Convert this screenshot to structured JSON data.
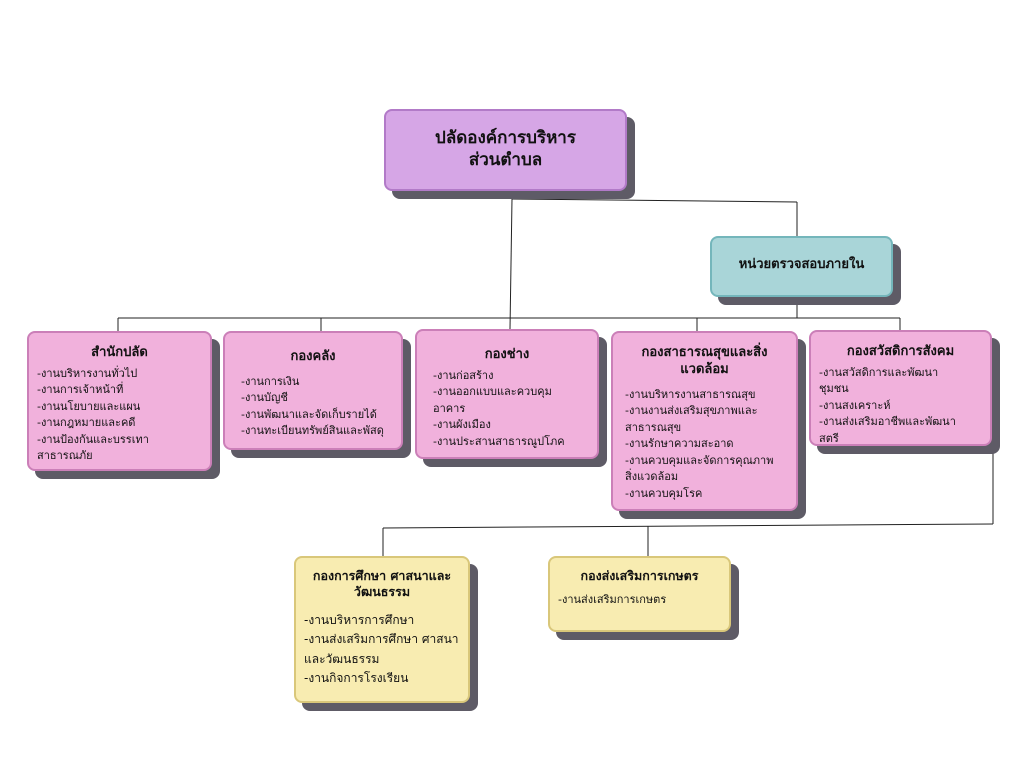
{
  "chart": {
    "top": {
      "title_line1": "ปลัดองค์การบริหาร",
      "title_line2": "ส่วนตำบล"
    },
    "audit": {
      "title": "หน่วยตรวจสอบภายใน"
    },
    "departments": [
      {
        "title": "สำนักปลัด",
        "items": [
          "-งานบริหารงานทั่วไป",
          "-งานการเจ้าหน้าที่",
          "-งานนโยบายและแผน",
          "-งานกฎหมายและคดี",
          "-งานป้องกันและบรรเทา",
          "สาธารณภัย"
        ]
      },
      {
        "title": "กองคลัง",
        "items": [
          "-งานการเงิน",
          "-งานบัญชี",
          "-งานพัฒนาและจัดเก็บรายได้",
          "-งานทะเบียนทรัพย์สินและพัสดุ"
        ]
      },
      {
        "title": "กองช่าง",
        "items": [
          "-งานก่อสร้าง",
          "-งานออกแบบและควบคุม",
          "อาคาร",
          "-งานผังเมือง",
          "-งานประสานสาธารณูปโภค"
        ]
      },
      {
        "title_line1": "กองสาธารณสุขและสิ่ง",
        "title_line2": "แวดล้อม",
        "items": [
          "-งานบริหารงานสาธารณสุข",
          "-งานงานส่งเสริมสุขภาพและ",
          "สาธารณสุข",
          "-งานรักษาความสะอาด",
          "-งานควบคุมและจัดการคุณภาพ",
          "สิ่งแวดล้อม",
          "-งานควบคุมโรค"
        ]
      },
      {
        "title": "กองสวัสดิการสังคม",
        "items": [
          "-งานสวัสดิการและพัฒนา",
          "ชุมชน",
          "-งานสงเคราะห์",
          "-งานส่งเสริมอาชีพและพัฒนา",
          "สตรี"
        ]
      }
    ],
    "education": {
      "title_line1": "กองการศึกษา ศาสนาและ",
      "title_line2": "วัฒนธรรม",
      "items": [
        "-งานบริหารการศึกษา",
        "-งานส่งเสริมการศึกษา ศาสนา",
        "และวัฒนธรรม",
        "-งานกิจการโรงเรียน"
      ]
    },
    "agriculture": {
      "title": "กองส่งเสริมการเกษตร",
      "items": [
        "-งานส่งเสริมการเกษตร"
      ]
    }
  },
  "colors": {
    "top_fill": "#d6a6e6",
    "audit_fill": "#a9d5d8",
    "department_fill": "#f1b1dc",
    "lower_fill": "#f8ecb1",
    "shadow": "#5e5b66",
    "connector": "#222222"
  }
}
